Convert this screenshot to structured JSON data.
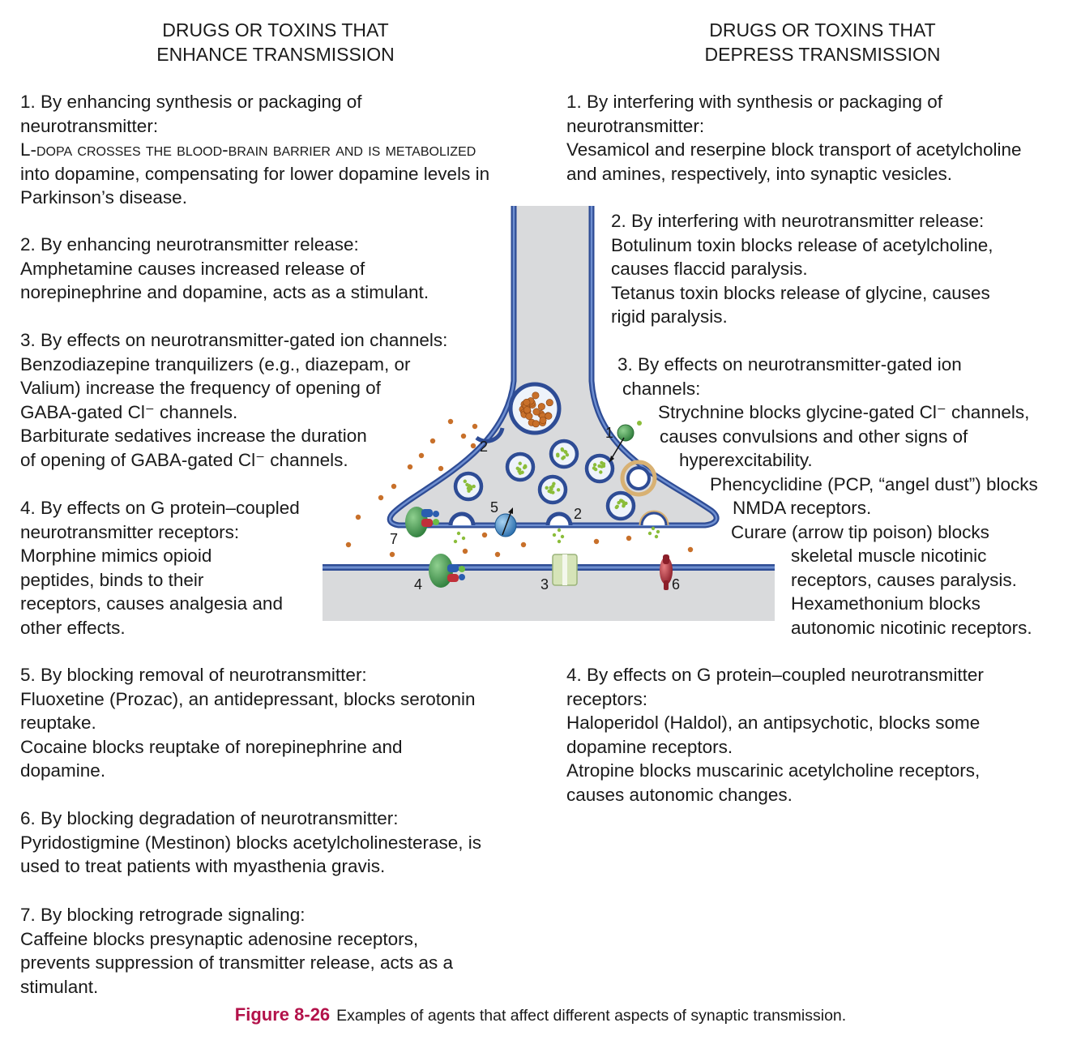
{
  "headings": {
    "enhance": "DRUGS OR TOXINS THAT\nENHANCE TRANSMISSION",
    "depress": "DRUGS OR TOXINS THAT\nDEPRESS TRANSMISSION"
  },
  "enhance_items": [
    {
      "lines": [
        "1. By enhancing synthesis or packaging of",
        "neurotransmitter:",
        "L-dopa crosses the blood-brain barrier and is metabolized",
        "into dopamine, compensating for lower dopamine levels in",
        "Parkinson’s disease."
      ]
    },
    {
      "lines": [
        "2. By enhancing neurotransmitter release:",
        "Amphetamine causes increased release of",
        "norepinephrine and dopamine, acts as a stimulant."
      ]
    },
    {
      "lines": [
        "3. By effects on neurotransmitter-gated ion channels:",
        "Benzodiazepine tranquilizers (e.g., diazepam, or",
        "Valium) increase the frequency of opening of",
        "GABA-gated Cl⁻ channels.",
        "Barbiturate sedatives increase the duration",
        "of opening of GABA-gated Cl⁻ channels."
      ]
    },
    {
      "lines": [
        "4. By effects on G protein–coupled",
        "neurotransmitter receptors:",
        "Morphine mimics opioid",
        "peptides, binds to their",
        "receptors, causes analgesia and",
        "other effects."
      ]
    },
    {
      "lines": [
        "5. By blocking removal of neurotransmitter:",
        "Fluoxetine (Prozac), an antidepressant, blocks serotonin",
        "reuptake.",
        "Cocaine blocks reuptake of norepinephrine and",
        "dopamine."
      ]
    },
    {
      "lines": [
        "6. By blocking degradation of neurotransmitter:",
        "Pyridostigmine (Mestinon) blocks acetylcholinesterase, is",
        "used to treat patients with myasthenia gravis."
      ]
    },
    {
      "lines": [
        "7. By blocking retrograde signaling:",
        "Caffeine blocks presynaptic adenosine receptors,",
        "prevents suppression of transmitter release, acts as a",
        "stimulant."
      ]
    }
  ],
  "depress_items": [
    {
      "lines": [
        "1. By interfering with synthesis or packaging of",
        "neurotransmitter:",
        "Vesamicol and reserpine block transport of acetylcholine",
        "and amines, respectively, into synaptic vesicles."
      ]
    },
    {
      "lines": [
        "2. By interfering with neurotransmitter release:",
        "Botulinum toxin blocks release of acetylcholine,",
        "causes flaccid paralysis.",
        "Tetanus toxin blocks release of glycine, causes",
        "rigid paralysis."
      ]
    },
    {
      "lines": [
        "3. By effects on neurotransmitter-gated ion",
        "channels:",
        "Strychnine blocks glycine-gated Cl⁻ channels,",
        "causes convulsions and other signs of",
        "hyperexcitability.",
        "Phencyclidine (PCP, “angel dust”) blocks",
        "NMDA receptors.",
        "Curare (arrow tip poison) blocks",
        "skeletal muscle nicotinic",
        "receptors, causes paralysis.",
        "Hexamethonium blocks",
        "autonomic nicotinic receptors."
      ]
    },
    {
      "lines": [
        "4. By effects on G protein–coupled neurotransmitter",
        "receptors:",
        "Haloperidol (Haldol), an antipsychotic, blocks some",
        "dopamine receptors.",
        "Atropine blocks muscarinic acetylcholine receptors,",
        "causes autonomic changes."
      ]
    }
  ],
  "diagram_labels": {
    "m1": "1",
    "m2a": "2",
    "m2b": "2",
    "m3": "3",
    "m4": "4",
    "m5": "5",
    "m6": "6",
    "m7": "7"
  },
  "caption": {
    "figure": "Figure 8-26",
    "text": "Examples of agents that affect different aspects of synaptic transmission."
  },
  "colors": {
    "membrane": "#3f5ea8",
    "cytoplasm": "#d9dadc",
    "vesicle_fill": "#eef3fa",
    "transmitter_green": "#8bbd3a",
    "transmitter_brown": "#c8702a",
    "receptor_green": "#3f9a4e",
    "transporter_blue": "#3d86c6",
    "channel_pale": "#d6e4b8",
    "enzyme_red": "#b2303a",
    "caption_accent": "#b3124a"
  }
}
